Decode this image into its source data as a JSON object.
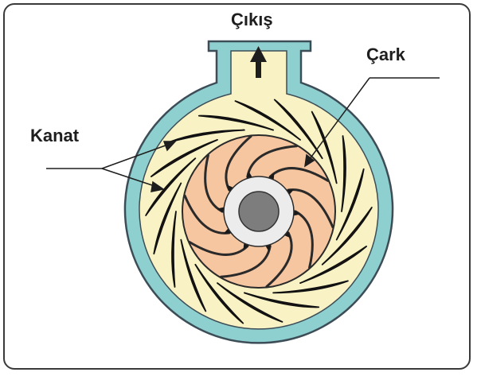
{
  "labels": {
    "outlet": "Çıkış",
    "impeller": "Çark",
    "blade": "Kanat"
  },
  "colors": {
    "casing_wall": "#8ed0cf",
    "casing_outline": "#3d4d57",
    "fluid": "#f8f2c4",
    "impeller": "#f6c6a0",
    "vane": "#9e1f24",
    "impeller_blade": "#2a2a2a",
    "hub_ring": "#ececec",
    "shaft": "#7d7d7d",
    "text": "#1e1e1e"
  },
  "diffuser_vane_count": 18,
  "impeller_blade_count": 10
}
